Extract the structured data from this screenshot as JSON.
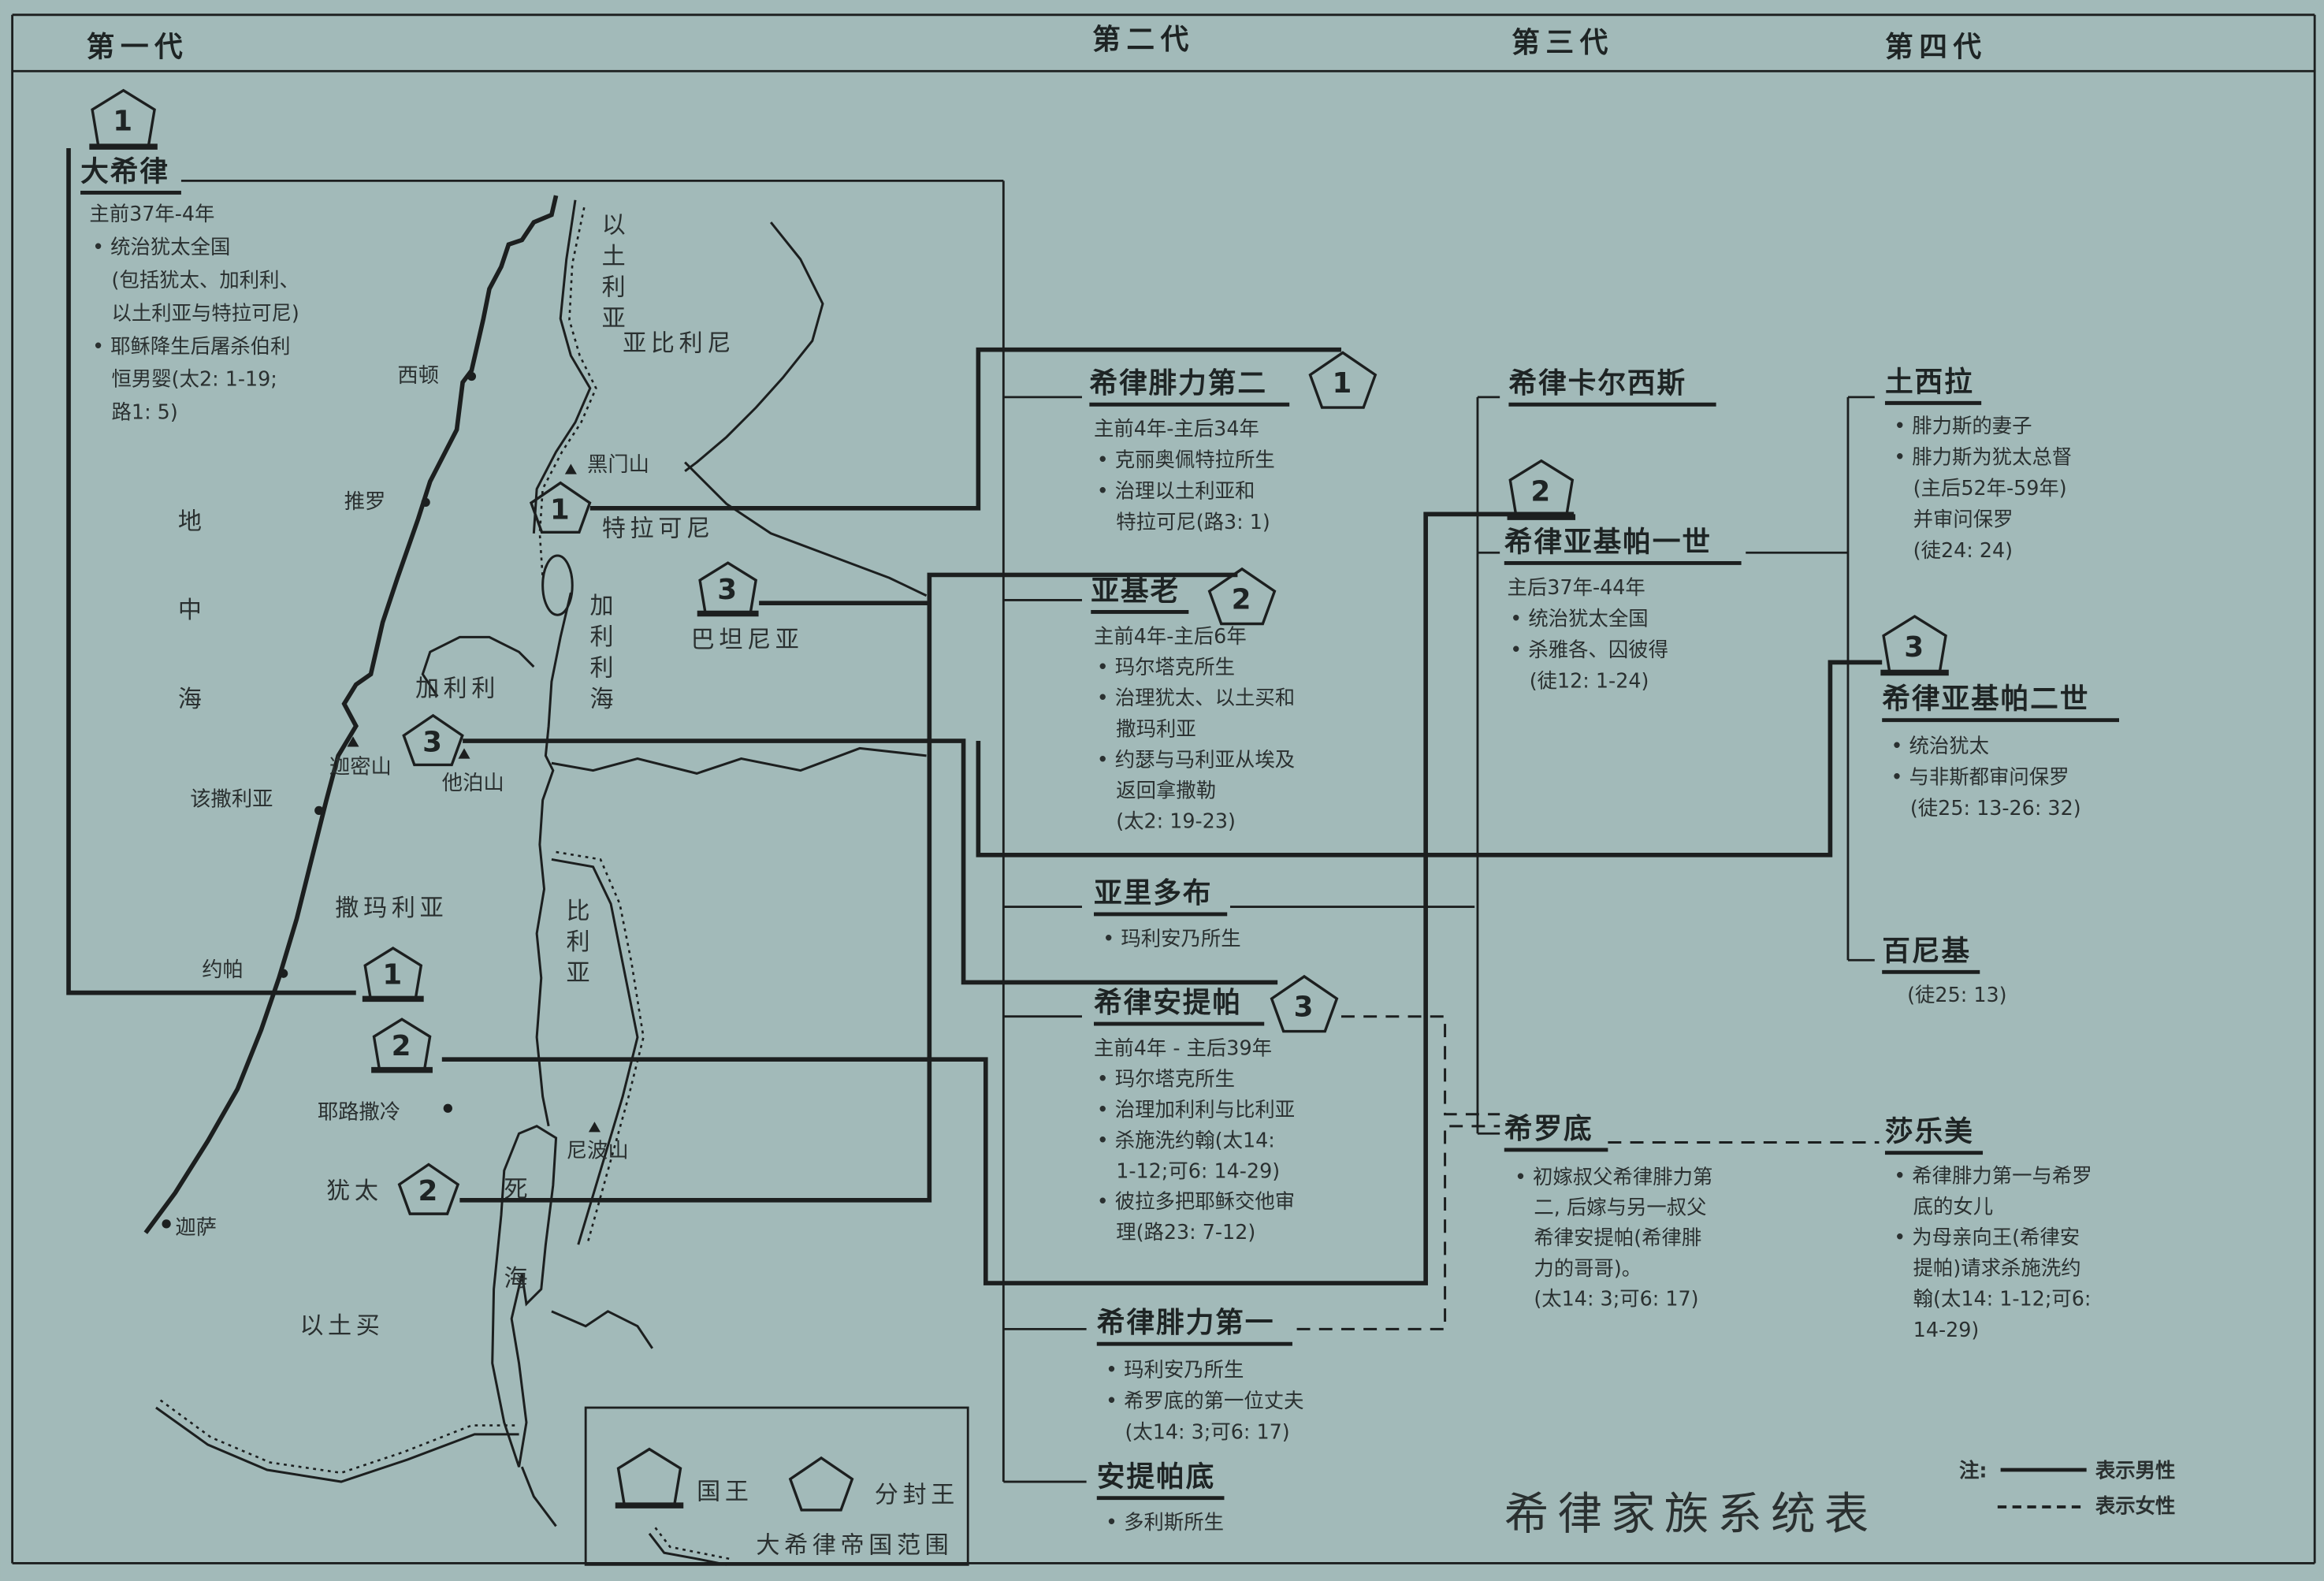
{
  "header": {
    "generations": [
      "第一代",
      "第二代",
      "第三代",
      "第四代"
    ]
  },
  "title": "希律家族系统表",
  "people": {
    "herod_great": {
      "badge": "1",
      "name": "大希律",
      "lines": [
        "主前37年-4年",
        "• 统治犹太全国",
        "(包括犹太、加利利、",
        "以土利亚与特拉可尼)",
        "• 耶稣降生后屠杀伯利",
        "恒男婴(太2: 1-19;",
        "路1: 5)"
      ]
    },
    "philip2": {
      "badge": "1",
      "name": "希律腓力第二",
      "lines": [
        "主前4年-主后34年",
        "• 克丽奥佩特拉所生",
        "• 治理以土利亚和",
        "特拉可尼(路3: 1)"
      ]
    },
    "archelaus": {
      "badge": "2",
      "name": "亚基老",
      "lines": [
        "主前4年-主后6年",
        "• 玛尔塔克所生",
        "• 治理犹太、以土买和",
        "撒玛利亚",
        "• 约瑟与马利亚从埃及",
        "返回拿撒勒",
        "(太2: 19-23)"
      ]
    },
    "aristobulus": {
      "name": "亚里多布",
      "lines": [
        "• 玛利安乃所生"
      ]
    },
    "antipas": {
      "badge": "3",
      "name": "希律安提帕",
      "lines": [
        "主前4年 - 主后39年",
        "• 玛尔塔克所生",
        "• 治理加利利与比利亚",
        "• 杀施洗约翰(太14:",
        "1-12;可6: 14-29)",
        "• 彼拉多把耶稣交他审",
        "理(路23: 7-12)"
      ]
    },
    "philip1": {
      "name": "希律腓力第一",
      "lines": [
        "• 玛利安乃所生",
        "• 希罗底的第一位丈夫",
        "(太14: 3;可6: 17)"
      ]
    },
    "antipater": {
      "name": "安提帕底",
      "lines": [
        "• 多利斯所生"
      ]
    },
    "chalcis": {
      "name": "希律卡尔西斯",
      "lines": []
    },
    "agrippa1": {
      "badge": "2",
      "name": "希律亚基帕一世",
      "lines": [
        "主后37年-44年",
        "• 统治犹太全国",
        "• 杀雅各、囚彼得",
        "(徒12: 1-24)"
      ]
    },
    "herodias": {
      "name": "希罗底",
      "lines": [
        "• 初嫁叔父希律腓力第",
        "二, 后嫁与另一叔父",
        "希律安提帕(希律腓",
        "力的哥哥)。",
        "(太14: 3;可6: 17)"
      ]
    },
    "drusilla": {
      "name": "土西拉",
      "lines": [
        "• 腓力斯的妻子",
        "• 腓力斯为犹太总督",
        "(主后52年-59年)",
        "并审问保罗",
        "(徒24: 24)"
      ]
    },
    "agrippa2": {
      "badge": "3",
      "name": "希律亚基帕二世",
      "lines": [
        "• 统治犹太",
        "• 与非斯都审问保罗",
        "(徒25: 13-26: 32)"
      ]
    },
    "bernice": {
      "name": "百尼基",
      "lines": [
        "(徒25: 13)"
      ]
    },
    "salome": {
      "name": "莎乐美",
      "lines": [
        "• 希律腓力第一与希罗",
        "底的女儿",
        "• 为母亲向王(希律安",
        "提帕)请求杀施洗约",
        "翰(太14: 1-12;可6:",
        "14-29)"
      ]
    }
  },
  "map": {
    "labels": [
      "以土利亚",
      "亚比利尼",
      "西顿",
      "推罗",
      "黑门山",
      "特拉可尼",
      "巴坦尼亚",
      "地中海",
      "加利利",
      "加利利海",
      "迦密山",
      "他泊山",
      "该撒利亚",
      "撒玛利亚",
      "比利亚",
      "约帕",
      "耶路撒冷",
      "尼波山",
      "犹太",
      "死海",
      "迦萨",
      "以土买"
    ],
    "badges": [
      "1",
      "3",
      "3",
      "1",
      "2",
      "2"
    ]
  },
  "map_legend": {
    "king": "国王",
    "tetrarch": "分封王",
    "empire": "大希律帝国范围"
  },
  "note": {
    "prefix": "注:",
    "male": "表示男性",
    "female": "表示女性"
  },
  "colors": {
    "paper": "#a2bab9",
    "ink": "#1c1f1f"
  }
}
